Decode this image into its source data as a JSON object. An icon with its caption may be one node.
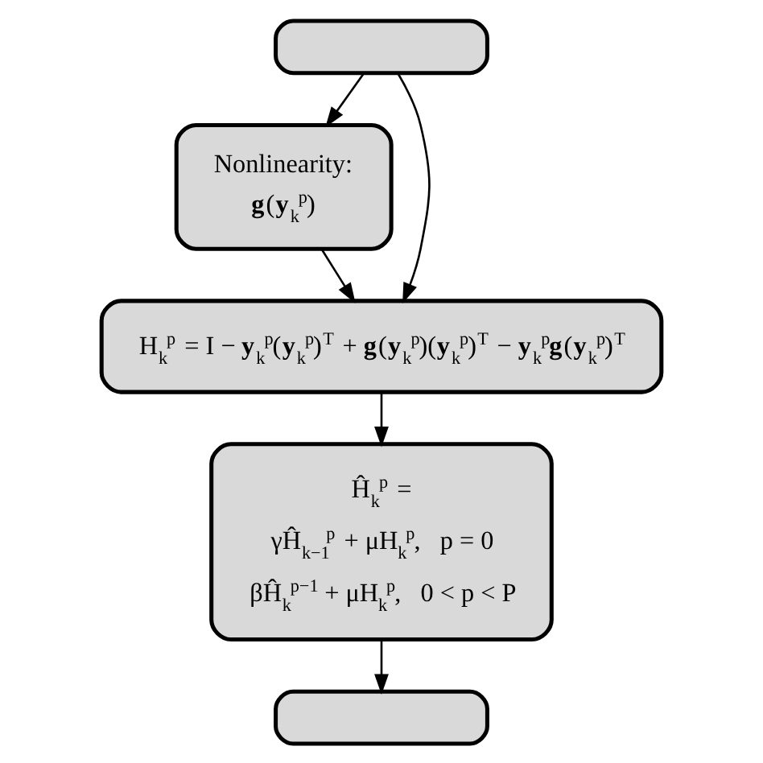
{
  "diagram": {
    "nodes": [
      {
        "text": [],
        "shape": "box"
      },
      {
        "text": [
          "Nonlinearity:",
          "**g**(**y**$_{k}$$^{p}$)"
        ]
      },
      {
        "text": [
          "H$_{k}$$^{p}$ = I − **y**$_{k}$$^{p}$(**y**$_{k}$$^{p}$)$^{T}$ + **g**(**y**$_{k}$$^{p}$)(**y**$_{k}$$^{p}$)$^{T}$ − **y**$_{k}$$^{p}$**g**(**y**$_{k}$$^{p}$)$^{T}$"
        ]
      },
      {
        "text": [
          "Ĥ$_{k}$$^{p}$ =",
          "γĤ$_{k−1}$$^{p}$ + μH$_{k}$$^{p}$,   p = 0",
          "βĤ$_{k}$$^{p−1}$ + μH$_{k}$$^{p}$,   0 < p < P"
        ]
      },
      {
        "text": [],
        "shape": "box"
      }
    ],
    "edges": [
      {
        "from": 0,
        "to": 1,
        "arrow": "to"
      },
      {
        "from": 0,
        "to": 2,
        "arrow": "to"
      },
      {
        "from": 1,
        "to": 2,
        "arrow": "to"
      },
      {
        "from": 2,
        "to": 3,
        "arrow": "to"
      },
      {
        "from": 3,
        "to": 4,
        "arrow": "to"
      }
    ]
  }
}
